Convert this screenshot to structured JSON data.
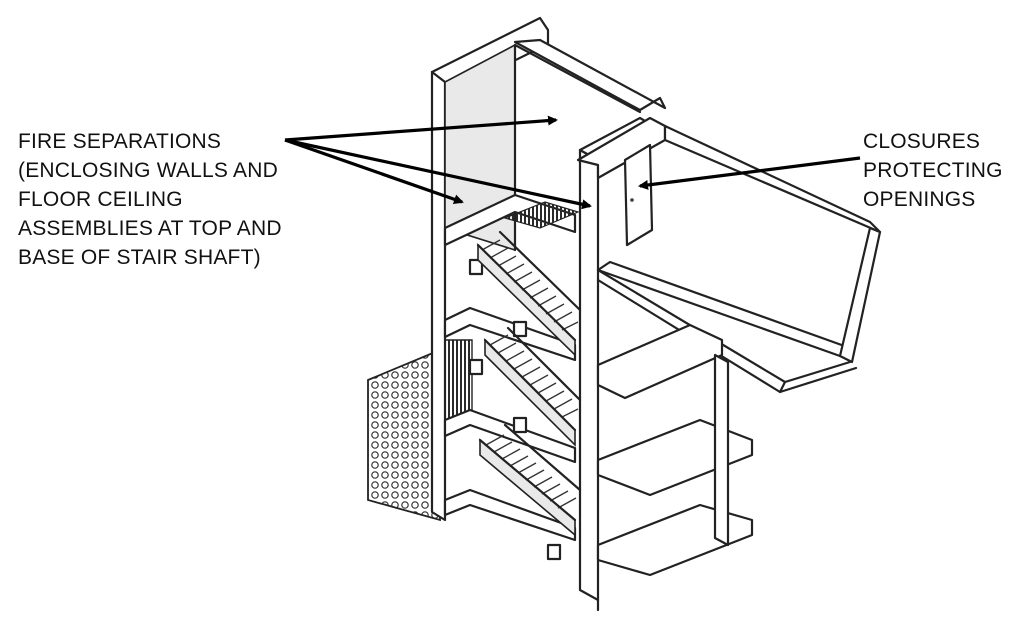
{
  "labels": {
    "fire_separations": [
      "FIRE SEPARATIONS",
      "(ENCLOSING WALLS AND",
      "FLOOR CEILING",
      "ASSEMBLIES AT TOP AND",
      "BASE OF STAIR SHAFT)"
    ],
    "closures": [
      "CLOSURES",
      "PROTECTING",
      "OPENINGS"
    ]
  },
  "colors": {
    "line": "#222222",
    "background": "#ffffff",
    "text": "#111111"
  }
}
